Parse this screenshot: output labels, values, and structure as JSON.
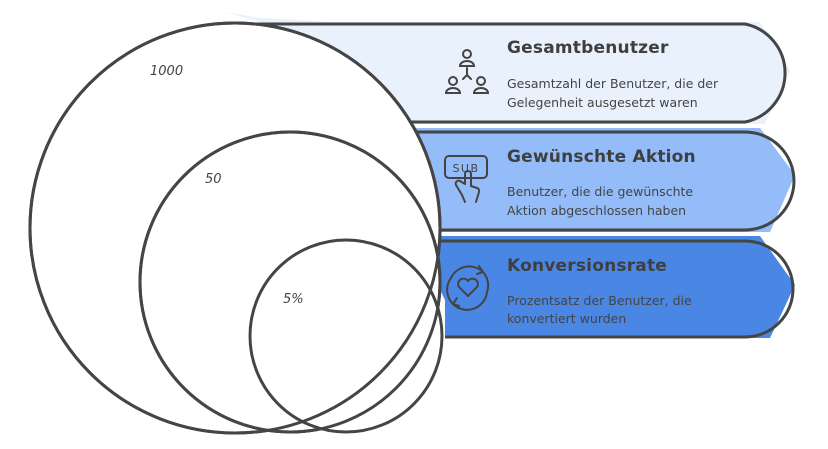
{
  "diagram": {
    "type": "nested-circle funnel",
    "stages": [
      {
        "value": "1000",
        "title": "Gesamtbenutzer",
        "description_line1": "Gesamtzahl der Benutzer, die der",
        "description_line2": "Gelegenheit ausgesetzt waren",
        "icon": "users-network-icon",
        "color": "#e9f1fd"
      },
      {
        "value": "50",
        "title": "Gewünschte Aktion",
        "description_line1": "Benutzer, die die gewünschte",
        "description_line2": "Aktion abgeschlossen haben",
        "icon": "subscribe-click-icon",
        "icon_text": "SUB",
        "color": "#93bcf8"
      },
      {
        "value": "5%",
        "title": "Konversionsrate",
        "description_line1": "Prozentsatz der Benutzer, die",
        "description_line2": "konvertiert wurden",
        "icon": "heart-cycle-icon",
        "color": "#4a86e4"
      }
    ],
    "stroke_color": "#454545"
  }
}
